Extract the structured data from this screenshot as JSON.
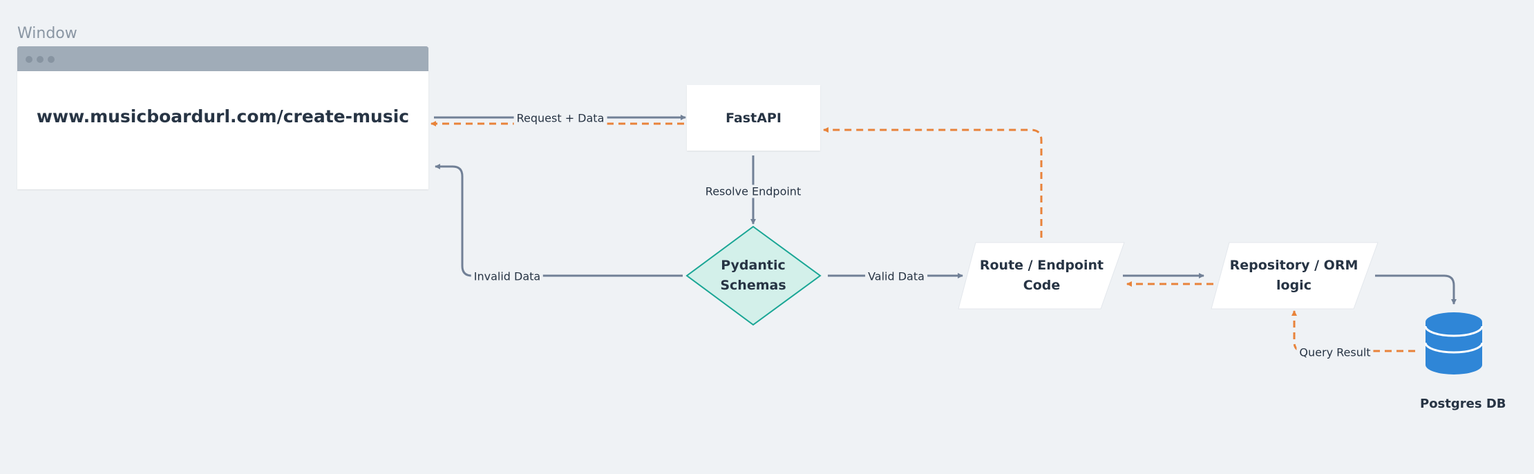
{
  "window": {
    "caption": "Window",
    "url": "www.musicboardurl.com/create-music"
  },
  "nodes": {
    "fastapi": "FastAPI",
    "pydantic": "Pydantic Schemas",
    "route": "Route / Endpoint Code",
    "repository": "Repository / ORM logic",
    "db": "Postgres DB"
  },
  "edges": {
    "request": "Request + Data",
    "resolve": "Resolve Endpoint",
    "invalid": "Invalid Data",
    "valid": "Valid Data",
    "query_result": "Query Result"
  },
  "colors": {
    "request_flow": "#718096",
    "response_flow": "#e8833a",
    "decision_fill": "#d3f0ea",
    "decision_stroke": "#1aa695",
    "database": "#2f86d7"
  },
  "icons": {
    "database": "database-icon",
    "window_controls": "window-dots-icon"
  }
}
